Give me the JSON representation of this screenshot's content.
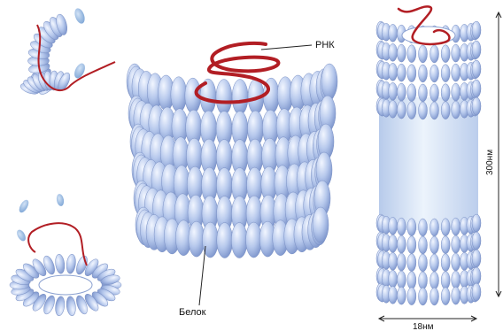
{
  "labels": {
    "rna": "РНК",
    "protein": "Белок",
    "length": "300нм",
    "diameter": "18нм"
  },
  "colors": {
    "rna": "#b21e24",
    "protein_light": "#e3ecfb",
    "protein_mid": "#a9bfe8",
    "protein_dark": "#7f98cf",
    "droplet": "#8fb4de",
    "leader": "#222222"
  }
}
